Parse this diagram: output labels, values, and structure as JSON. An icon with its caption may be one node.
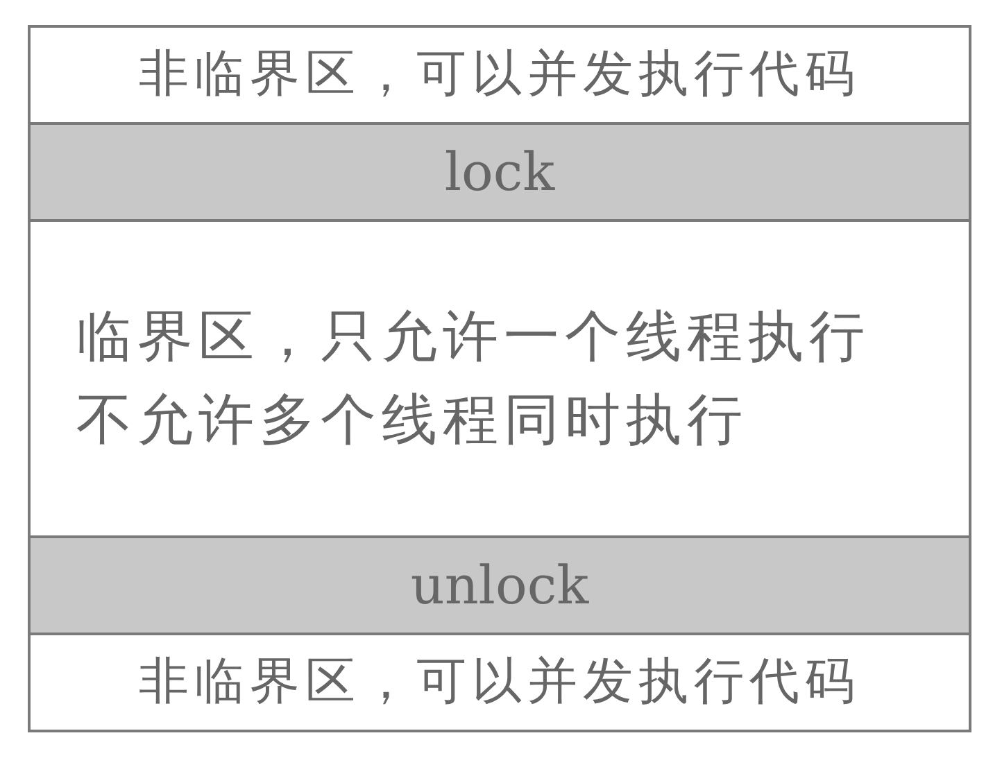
{
  "diagram": {
    "nodes": [
      {
        "text": [
          "非临界区，可以并发执行代码"
        ]
      },
      {
        "text": [
          "lock"
        ]
      },
      {
        "text": [
          "临界区，只允许一个线程执行不允许多个线程同时执行"
        ]
      },
      {
        "text": [
          "unlock"
        ]
      },
      {
        "text": [
          "非临界区，可以并发执行代码"
        ]
      }
    ]
  }
}
